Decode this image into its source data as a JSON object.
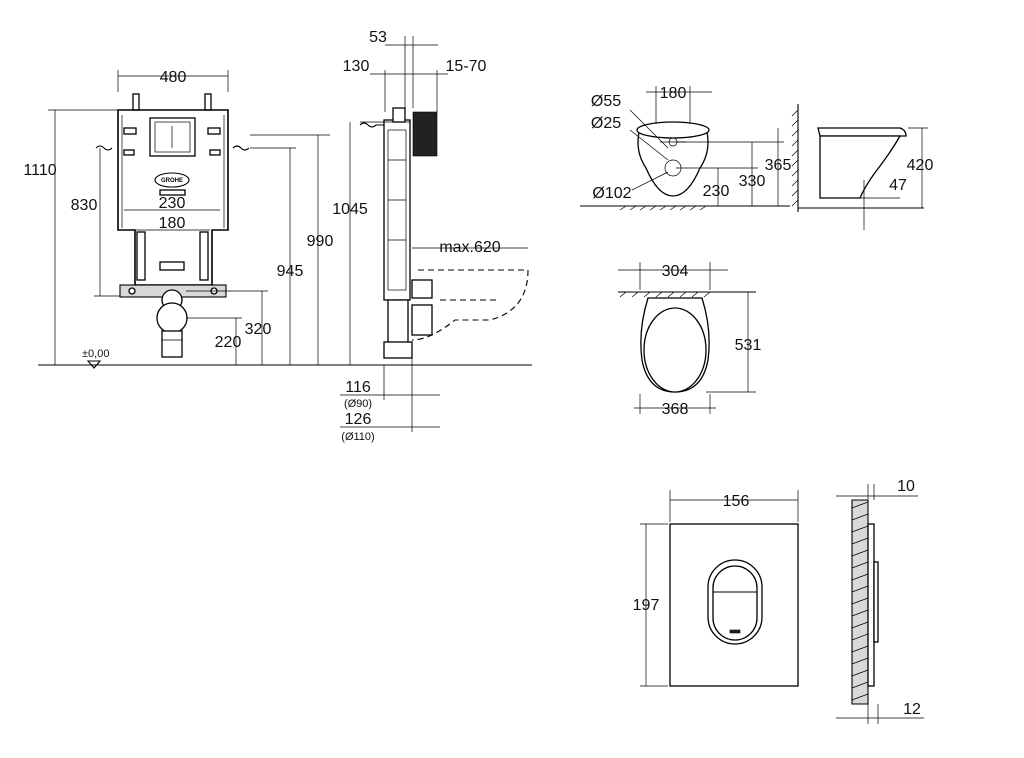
{
  "frame": {
    "w_480": "480",
    "h_1110": "1110",
    "h_830": "830",
    "w_230": "230",
    "w_180": "180",
    "h_320": "320",
    "h_220": "220",
    "zero_level": "±0,00",
    "logo": "GROHE"
  },
  "side": {
    "d_53": "53",
    "d_130": "130",
    "d_15_70": "15-70",
    "h_1045": "1045",
    "h_990": "990",
    "h_945": "945",
    "max_620": "max.620",
    "d_116": "116",
    "d_90": "(Ø90)",
    "d_126": "126",
    "d_110": "(Ø110)"
  },
  "bowl_side": {
    "d55": "Ø55",
    "d25": "Ø25",
    "d102": "Ø102",
    "w180": "180",
    "h365": "365",
    "h330": "330",
    "h230": "230"
  },
  "bowl_profile": {
    "h420": "420",
    "h47": "47"
  },
  "bowl_top": {
    "w304": "304",
    "l531": "531",
    "w368": "368"
  },
  "plate": {
    "w156": "156",
    "h197": "197",
    "t10": "10",
    "t12": "12"
  }
}
